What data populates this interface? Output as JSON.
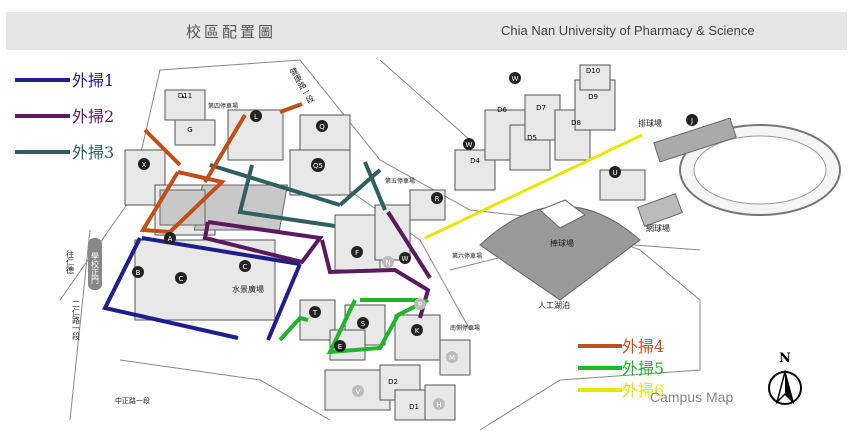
{
  "header": {
    "title_zh": "校區配置圖",
    "title_en": "Chia Nan University of Pharmacy & Science"
  },
  "legend_left": [
    {
      "label": "外掃1",
      "color": "#1f1f8a"
    },
    {
      "label": "外掃2",
      "color": "#5a1a5e"
    },
    {
      "label": "外掃3",
      "color": "#2f5f5f"
    }
  ],
  "legend_right": [
    {
      "label": "外掃4",
      "color": "#c0501a"
    },
    {
      "label": "外掃5",
      "color": "#21b52a"
    },
    {
      "label": "外掃6",
      "color": "#e6e600"
    }
  ],
  "caption": "Campus Map",
  "north_label": "N",
  "buildings": [
    "D11",
    "G",
    "L",
    "Q",
    "Q5",
    "X",
    "A",
    "C",
    "C",
    "B",
    "U",
    "F",
    "N",
    "W",
    "R",
    "D4",
    "D5",
    "D6",
    "D7",
    "D8",
    "D9",
    "D10",
    "J",
    "W",
    "W",
    "T",
    "S",
    "E",
    "P",
    "K",
    "M",
    "D2",
    "D1",
    "H",
    "V"
  ],
  "places": {
    "pool_square": "水景廣場",
    "baseball_field": "棒球場",
    "tennis_court": "網球場",
    "track": "排球場",
    "artificial_lake": "人工湖泊",
    "parking_5": "第五停車場",
    "parking_6": "第六停車場",
    "parking_south": "南側停車場",
    "parking_4": "第四停車場",
    "gate": "學校正門",
    "road_zhongzheng": "中正路一段",
    "road_left": "往仁德",
    "road_erren": "二仁路一段",
    "road_top": "健康路一段"
  }
}
